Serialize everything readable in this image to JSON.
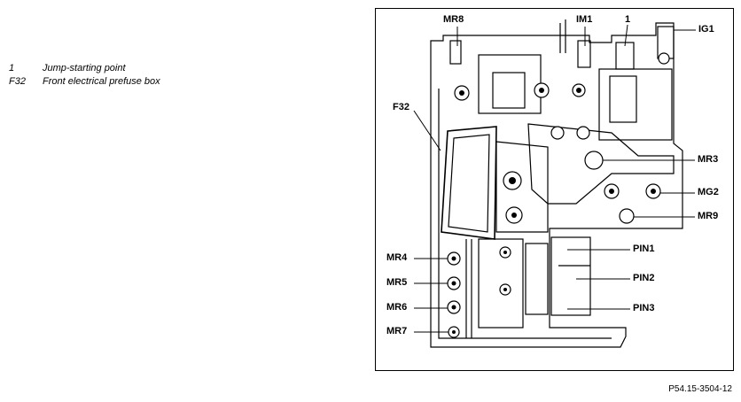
{
  "legend": {
    "items": [
      {
        "key": "1",
        "text": "Jump-starting point"
      },
      {
        "key": "F32",
        "text": "Front electrical prefuse box"
      }
    ]
  },
  "callouts": {
    "mr8": "MR8",
    "im1": "IM1",
    "one": "1",
    "ig1": "IG1",
    "f32": "F32",
    "mr3": "MR3",
    "mg2": "MG2",
    "mr9": "MR9",
    "pin1": "PIN1",
    "pin2": "PIN2",
    "pin3": "PIN3",
    "mr4": "MR4",
    "mr5": "MR5",
    "mr6": "MR6",
    "mr7": "MR7"
  },
  "figure": {
    "reference": "P54.15-3504-12"
  }
}
